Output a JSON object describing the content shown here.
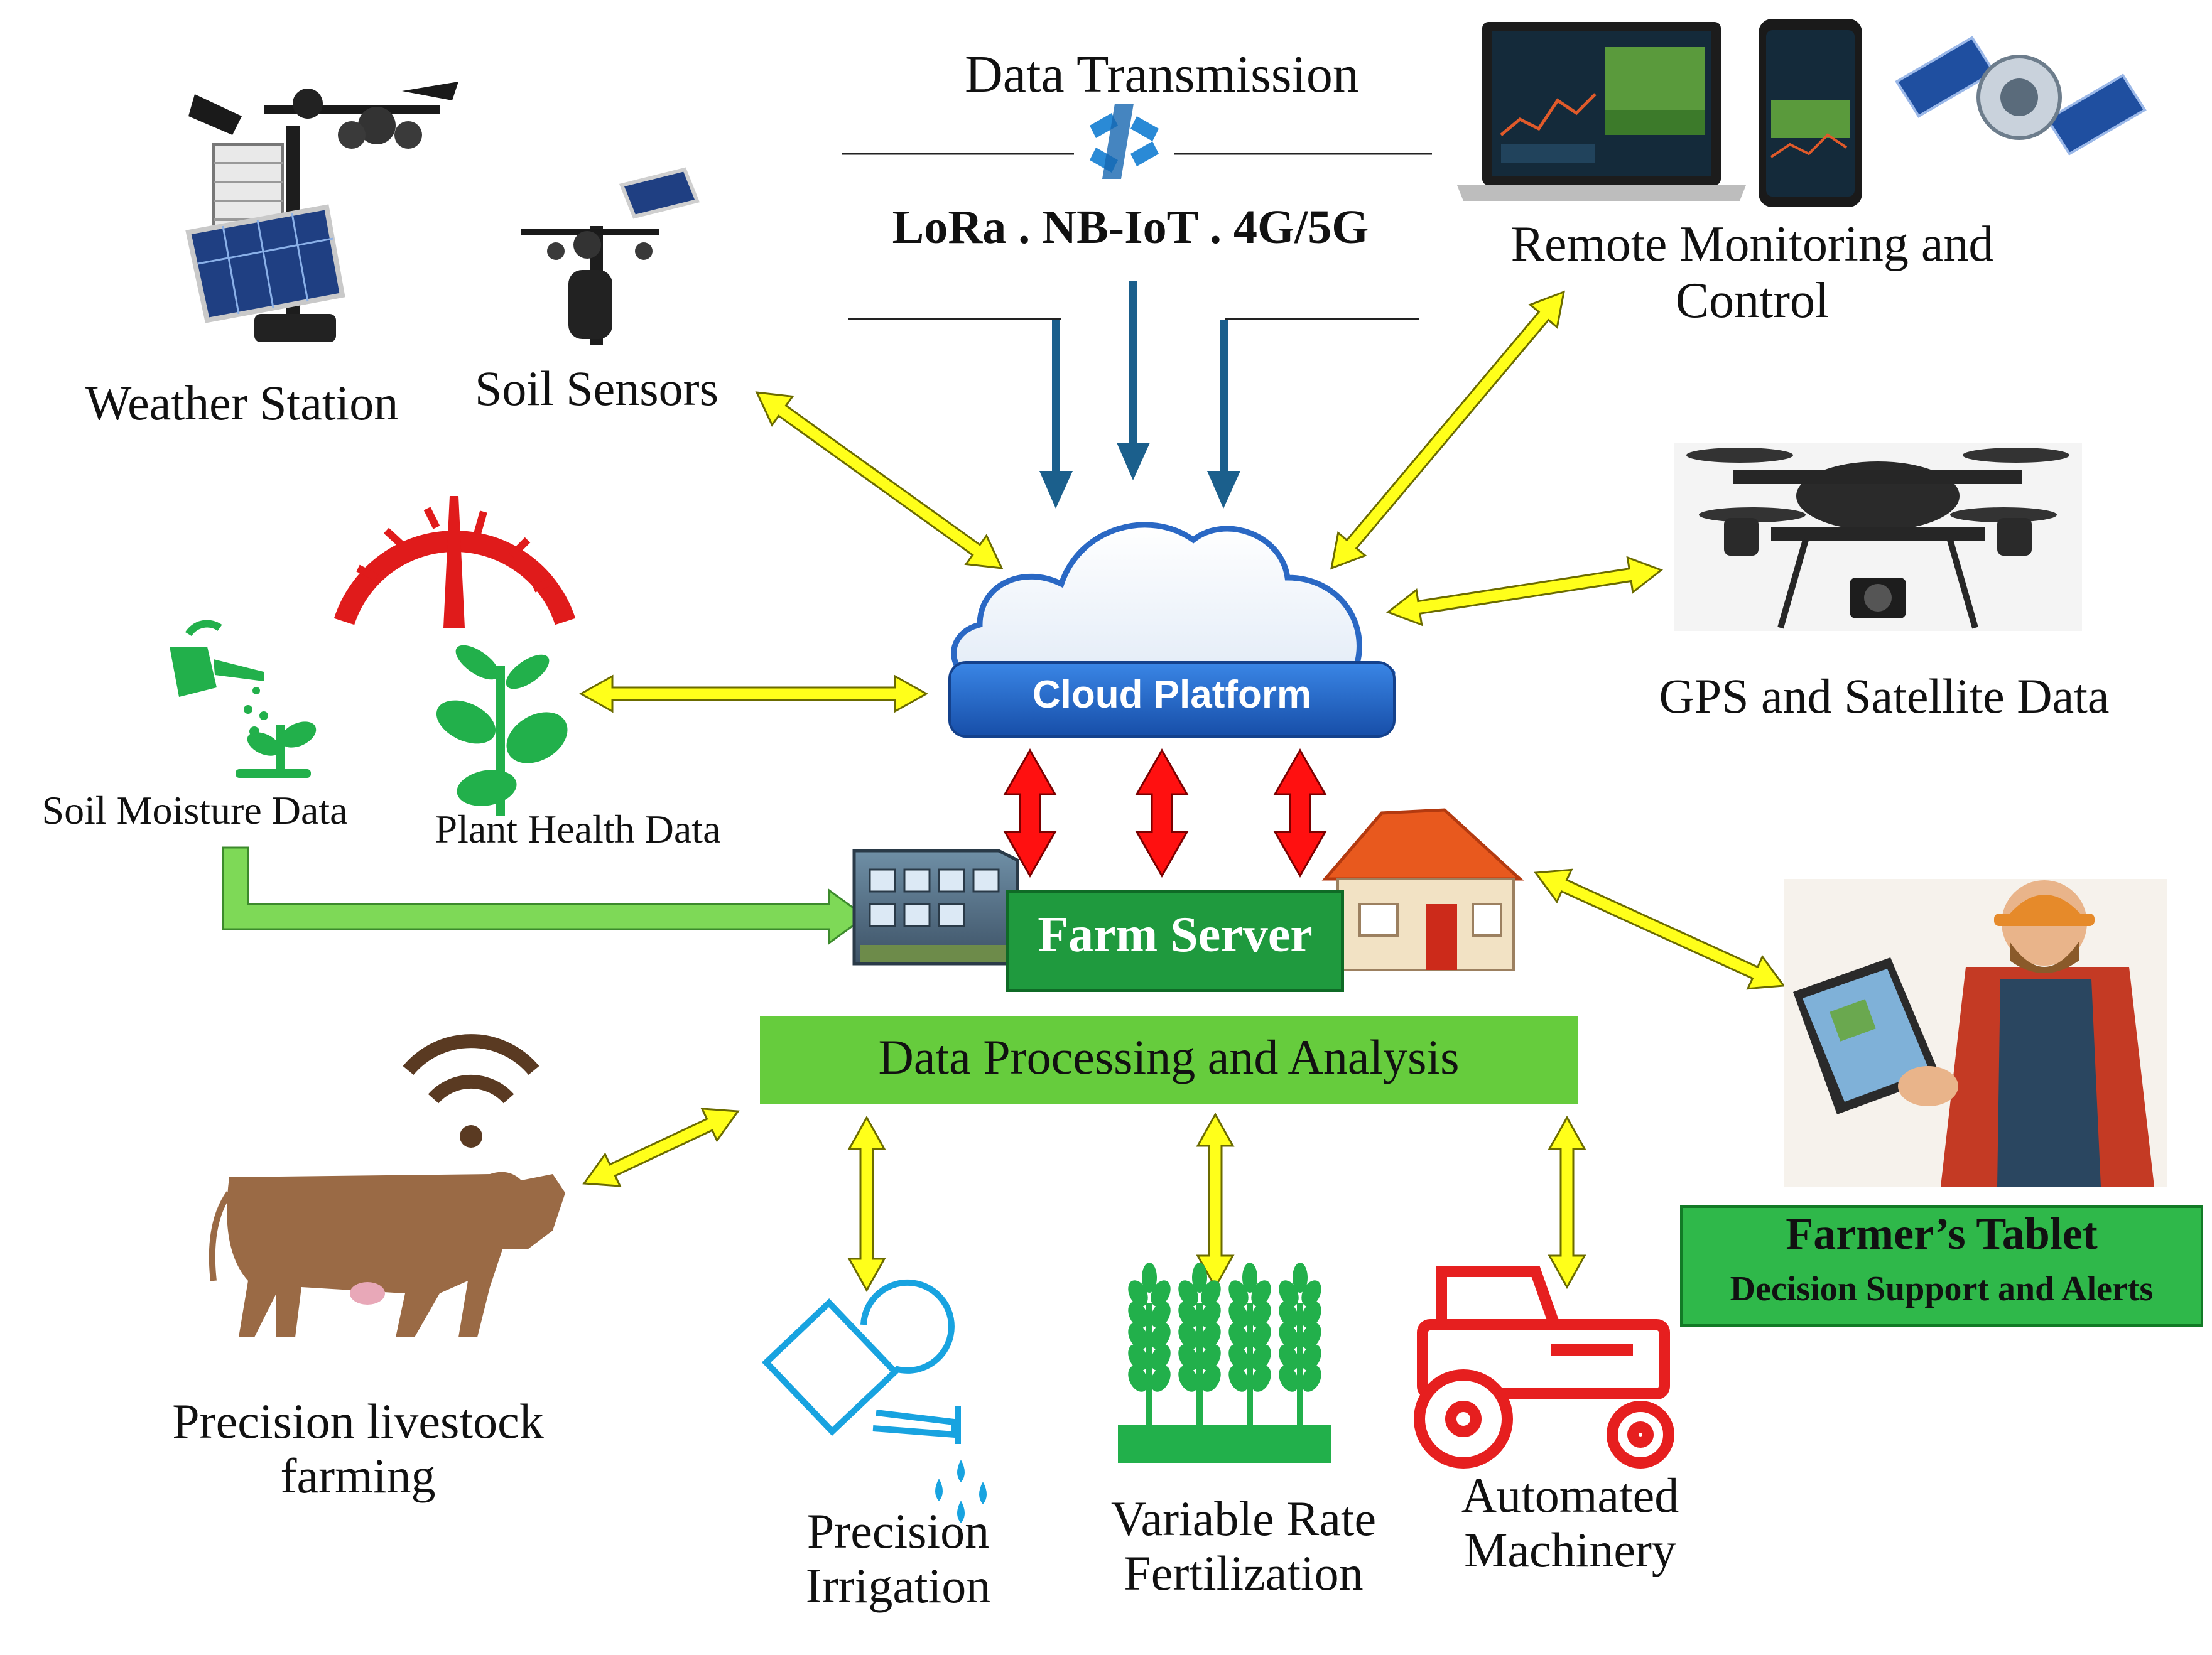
{
  "header": {
    "title": "Data Transmission",
    "protocols": "LoRa . NB-IoT . 4G/5G"
  },
  "nodes": {
    "weather_station": "Weather Station",
    "soil_sensors": "Soil Sensors",
    "remote_monitoring": {
      "line1": "Remote Monitoring and",
      "line2": "Control"
    },
    "gps": "GPS and Satellite Data",
    "cloud": "Cloud Platform",
    "soil_moisture": "Soil Moisture Data",
    "plant_health": "Plant Health Data",
    "farm_server": "Farm Server",
    "processing": "Data Processing and Analysis",
    "tablet": {
      "title": "Farmer’s Tablet",
      "subtitle": "Decision Support and Alerts"
    },
    "livestock": {
      "line1": "Precision livestock",
      "line2": "farming"
    },
    "irrigation": {
      "line1": "Precision",
      "line2": "Irrigation"
    },
    "fertilization": {
      "line1": "Variable Rate",
      "line2": "Fertilization"
    },
    "machinery": {
      "line1": "Automated",
      "line2": "Machinery"
    }
  },
  "colors": {
    "arrow_yellow": "#ffff1a",
    "arrow_red": "#ff1010",
    "arrow_green": "#7ed957",
    "arrow_blue": "#1b5f8c",
    "cloud_blue": "#1f5fbf",
    "processing_green": "#66cc3d",
    "tablet_box_green": "#2fb84a",
    "icon_green": "#22b04b",
    "icon_red": "#e02020",
    "cow_brown": "#9a6a45"
  }
}
